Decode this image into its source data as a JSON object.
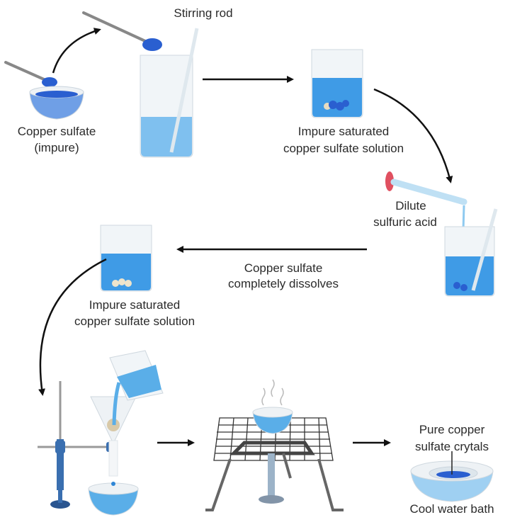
{
  "labels": {
    "stirring_rod": "Stirring rod",
    "copper_sulfate_impure": [
      "Copper sulfate",
      "(impure)"
    ],
    "impure_solution_1": [
      "Impure saturated",
      "copper sulfate solution"
    ],
    "dilute_acid": [
      "Dilute",
      "sulfuric acid"
    ],
    "dissolves": [
      "Copper sulfate",
      "completely dissolves"
    ],
    "impure_solution_2": [
      "Impure saturated",
      "copper sulfate solution"
    ],
    "pure_crystals": [
      "Pure copper",
      "sulfate crytals"
    ],
    "cool_bath": "Cool water bath"
  },
  "colors": {
    "liquid": "#5aaee8",
    "liquid_dark": "#2f86d6",
    "crystal": "#2a5fd0",
    "glass": "#e6ecf0",
    "arrow": "#111111",
    "stopper": "#e05060",
    "stand": "#3a6fb0"
  }
}
